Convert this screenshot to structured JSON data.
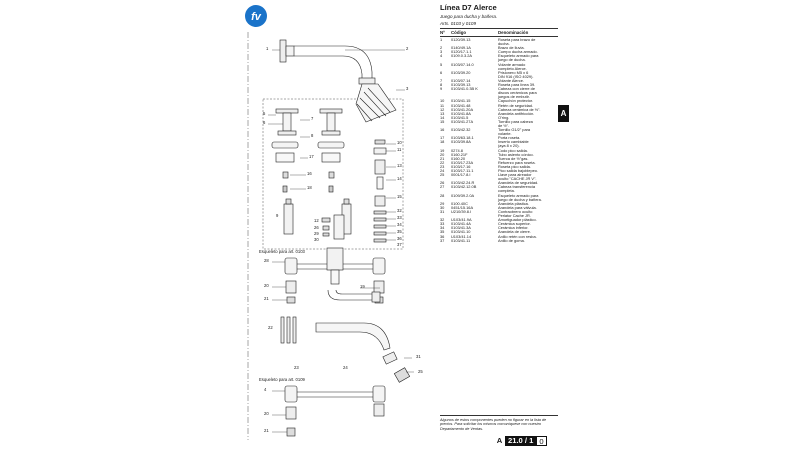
{
  "header": {
    "title": "Línea D7 Alerce",
    "subtitle": "Juego para ducha y bañera.",
    "arts": "Arts. 0103 y 0109"
  },
  "columns": {
    "num": "Nº",
    "code": "Código",
    "desc": "Denominación"
  },
  "parts": [
    {
      "n": "1",
      "c": "0120/39.13",
      "d": "Roseta para brazo de"
    },
    {
      "n": "",
      "c": "",
      "d": "ducha."
    },
    {
      "n": "2",
      "c": "0140/49.1A",
      "d": "Brazo de lluvia."
    },
    {
      "n": "3",
      "c": "0120/17.1.1",
      "d": "Cuerpo ducha armado."
    },
    {
      "n": "4",
      "c": "0109.0.3.2A",
      "d": "Esqueleto armado para"
    },
    {
      "n": "",
      "c": "",
      "d": "juego de ducha."
    },
    {
      "n": "5",
      "c": "0103/07.14.0",
      "d": "Volante armado"
    },
    {
      "n": "",
      "c": "",
      "d": "completo Alerce."
    },
    {
      "n": "6",
      "c": "0103/39.20",
      "d": "Prisionero M5 x 6"
    },
    {
      "n": "",
      "c": "",
      "d": "DIN 916 (ISO 4029)."
    },
    {
      "n": "7",
      "c": "0103/07.14",
      "d": "Volante Alerce."
    },
    {
      "n": "8",
      "c": "0103/39.13",
      "d": "Roseta para línea 39."
    },
    {
      "n": "9",
      "c": "0103/41.0.3B K",
      "d": "Cabeza con cierre de"
    },
    {
      "n": "",
      "c": "",
      "d": "discos cerámicos para"
    },
    {
      "n": "",
      "c": "",
      "d": "juegos de embutir."
    },
    {
      "n": "10",
      "c": "0103/41.15",
      "d": "Capuchón protector."
    },
    {
      "n": "11",
      "c": "0103/41.48",
      "d": "Retén de seguridad."
    },
    {
      "n": "12",
      "c": "0103/41.20A",
      "d": "Cabeza cerámica de ½\"."
    },
    {
      "n": "13",
      "c": "0103/41.8A",
      "d": "Arandela antifricción."
    },
    {
      "n": "14",
      "c": "0103/41.5",
      "d": "O'ring."
    },
    {
      "n": "15",
      "c": "0103/41.27A",
      "d": "Tornillo para cabeza"
    },
    {
      "n": "",
      "c": "",
      "d": "de ½\"."
    },
    {
      "n": "16",
      "c": "0103/42.32",
      "d": "Tornillo G1/2\" para"
    },
    {
      "n": "",
      "c": "",
      "d": "volante."
    },
    {
      "n": "17",
      "c": "0103/63.18.1",
      "d": "Porta roseta."
    },
    {
      "n": "18",
      "c": "0103/39.8A",
      "d": "Inserto cambiable"
    },
    {
      "n": "",
      "c": "",
      "d": "(aya 8 x 20)."
    },
    {
      "n": "19",
      "c": "0274.8",
      "d": "Codo pico salida."
    },
    {
      "n": "20",
      "c": "0160.21F",
      "d": "Tubo asiento cónico."
    },
    {
      "n": "21",
      "c": "0160.20",
      "d": "Tuerca de ½\"gas."
    },
    {
      "n": "22",
      "c": "0103/17.23A",
      "d": "Refuerzo para roseta."
    },
    {
      "n": "23",
      "c": "0103/17.16",
      "d": "Roseta pico salida."
    },
    {
      "n": "24",
      "c": "0103/17.11.1",
      "d": "Pico salida bajoblepeo."
    },
    {
      "n": "25",
      "c": "0001/17.8.I",
      "d": "Llave para aireador"
    },
    {
      "n": "",
      "c": "",
      "d": "oculto \"CACHE JR V\"."
    },
    {
      "n": "26",
      "c": "0103/42.24.R",
      "d": "Arandela de seguridad."
    },
    {
      "n": "27",
      "c": "0103/42.12.0B",
      "d": "Cabeza transferencia"
    },
    {
      "n": "",
      "c": "",
      "d": "completa."
    },
    {
      "n": "28",
      "c": "0109/39.2.0A",
      "d": "Esqueleto armado para"
    },
    {
      "n": "",
      "c": "",
      "d": "juego de ducha y bañera."
    },
    {
      "n": "29",
      "c": "0100.40C",
      "d": "Arandela plástica."
    },
    {
      "n": "30",
      "c": "0451/15.16A",
      "d": "Arandela para válvula."
    },
    {
      "n": "31",
      "c": "U210/39.8.I",
      "d": "Contraobrero oculto"
    },
    {
      "n": "",
      "c": "",
      "d": "Perlator Cache JR."
    },
    {
      "n": "32",
      "c": "U103/41.9A",
      "d": "Amortiguador plástico."
    },
    {
      "n": "33",
      "c": "0103/41.4A",
      "d": "Cerámica superior."
    },
    {
      "n": "34",
      "c": "0103/41.3A",
      "d": "Cerámica inferior."
    },
    {
      "n": "35",
      "c": "0103/41.10",
      "d": "Arandela de cierre."
    },
    {
      "n": "36",
      "c": "U103/41.14",
      "d": "Anillo retén con resba."
    },
    {
      "n": "37",
      "c": "0103/41.11",
      "d": "Anillo de goma."
    }
  ],
  "side_tab": "A",
  "footnote": "Algunos de estos componentes pueden no figurar en la lista de precios. Para solicitar los mismos comuníquese con nuestro Departamento de Ventas.",
  "page": {
    "section": "A",
    "number": "21.0 / 1",
    "rev": "0"
  },
  "drawing": {
    "labels": [
      "1",
      "2",
      "3",
      "5",
      "6",
      "7",
      "8",
      "17",
      "16",
      "18",
      "9",
      "10",
      "11",
      "12",
      "13",
      "14",
      "15",
      "32",
      "33",
      "34",
      "35",
      "36",
      "37",
      "26",
      "29",
      "30",
      "28",
      "20",
      "19",
      "21",
      "22",
      "23",
      "24",
      "25",
      "31",
      "4",
      "20",
      "21"
    ],
    "esqueleto_0103": "Esqueleto para art. 0103",
    "esqueleto_0109": "Esqueleto para art. 0109"
  },
  "colors": {
    "line": "#222222",
    "bg": "#ffffff",
    "logo": "#1a73c9"
  }
}
